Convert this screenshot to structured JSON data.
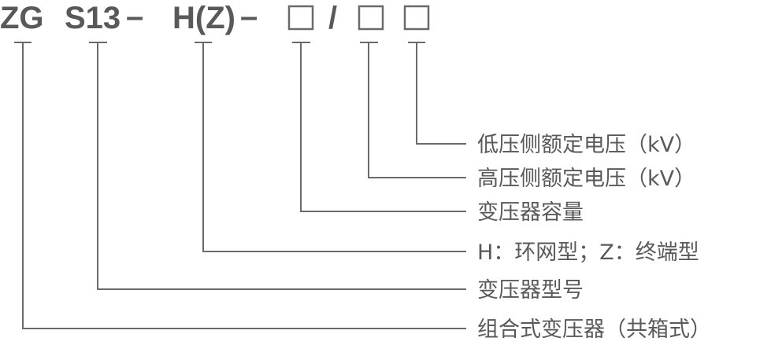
{
  "model_code": {
    "prefix": "ZG",
    "series": "S13",
    "dash1": "–",
    "type": "H(Z)",
    "dash2": "–",
    "slash": "/"
  },
  "labels": [
    "低压侧额定电压（kV）",
    "高压侧额定电压（kV）",
    "变压器容量",
    "H：环网型；Z：终端型",
    "变压器型号",
    "组合式变压器（共箱式）"
  ]
}
